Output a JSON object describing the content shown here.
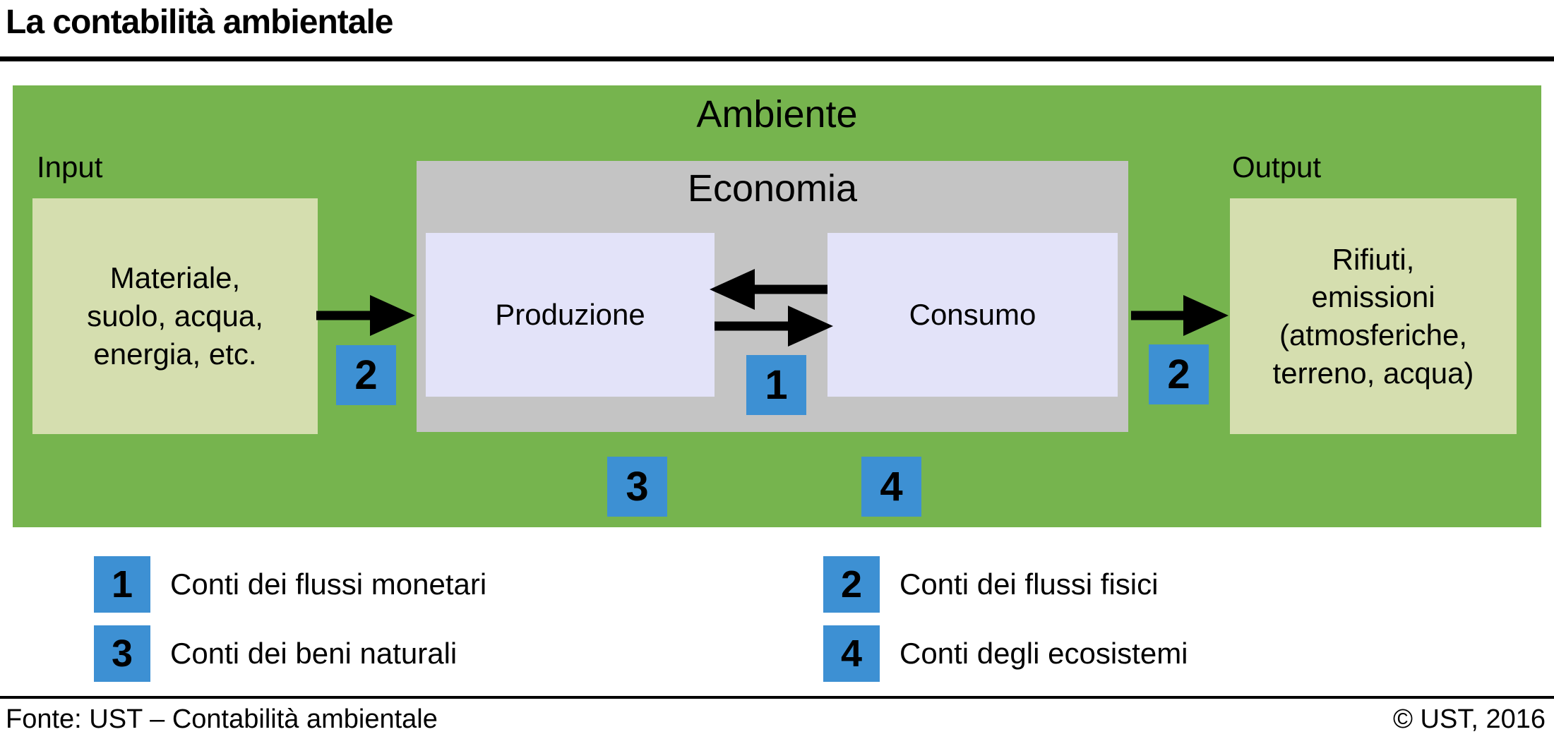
{
  "title": "La contabilità ambientale",
  "diagram": {
    "ambiente_label": "Ambiente",
    "economia_label": "Economia",
    "input_label": "Input",
    "output_label": "Output",
    "input_box_text": "Materiale,\nsuolo, acqua,\nenergia, etc.",
    "output_box_text": "Rifiuti,\nemissioni\n(atmosferiche,\nterreno, acqua)",
    "produzione_label": "Produzione",
    "consumo_label": "Consumo",
    "badges": {
      "n1": "1",
      "n2": "2",
      "n3": "3",
      "n4": "4"
    }
  },
  "legend": {
    "items": [
      {
        "num": "1",
        "label": "Conti dei flussi monetari"
      },
      {
        "num": "2",
        "label": "Conti dei flussi fisici"
      },
      {
        "num": "3",
        "label": "Conti dei beni naturali"
      },
      {
        "num": "4",
        "label": "Conti degli ecosistemi"
      }
    ]
  },
  "footer": {
    "source": "Fonte: UST – Contabilità ambientale",
    "copyright": "© UST, 2016"
  },
  "colors": {
    "green": "#76b44e",
    "light_green": "#d5deaf",
    "gray": "#c4c4c4",
    "lavender": "#e3e3f9",
    "blue": "#3d90d3",
    "text": "#000000"
  }
}
